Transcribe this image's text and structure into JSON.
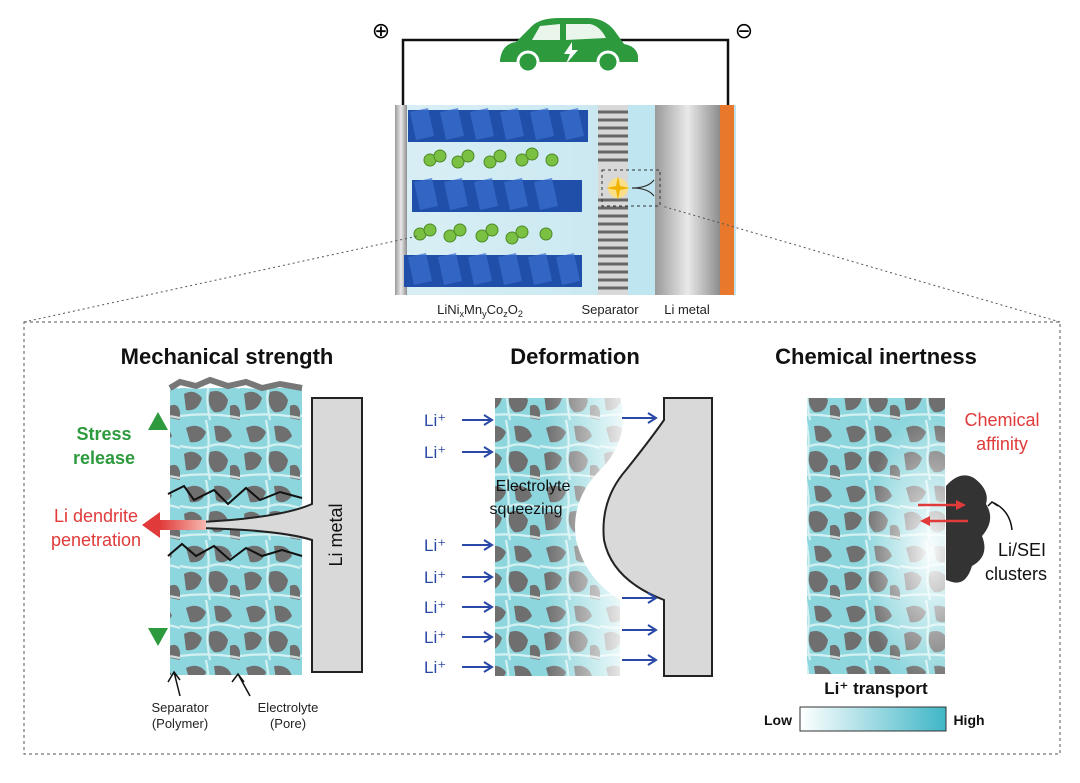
{
  "battery": {
    "labels": {
      "cathode": "LiNixMnyCozO2",
      "separator": "Separator",
      "anode": "Li metal"
    },
    "terminals": {
      "positive": "⊕",
      "negative": "⊖"
    }
  },
  "panels": {
    "mechanical": {
      "title": "Mechanical strength",
      "stress": [
        "Stress",
        "release"
      ],
      "dendrite": [
        "Li dendrite",
        "penetration"
      ],
      "li_metal": "Li metal",
      "separator": [
        "Separator",
        "(Polymer)"
      ],
      "electrolyte": [
        "Electrolyte",
        "(Pore)"
      ]
    },
    "deformation": {
      "title": "Deformation",
      "ion": "Li⁺",
      "squeeze": [
        "Electrolyte",
        "squeezing"
      ]
    },
    "chemical": {
      "title": "Chemical inertness",
      "affinity": [
        "Chemical",
        "affinity"
      ],
      "clusters": [
        "Li/SEI",
        "clusters"
      ],
      "transport": "Li⁺ transport",
      "low": "Low",
      "high": "High"
    }
  },
  "colors": {
    "green_car": "#2e9a3e",
    "teal_high": "#3fb6c6",
    "pore_gray": "#7b7b7b",
    "red_text": "#e03a3a",
    "blue_text": "#2a48a6"
  }
}
